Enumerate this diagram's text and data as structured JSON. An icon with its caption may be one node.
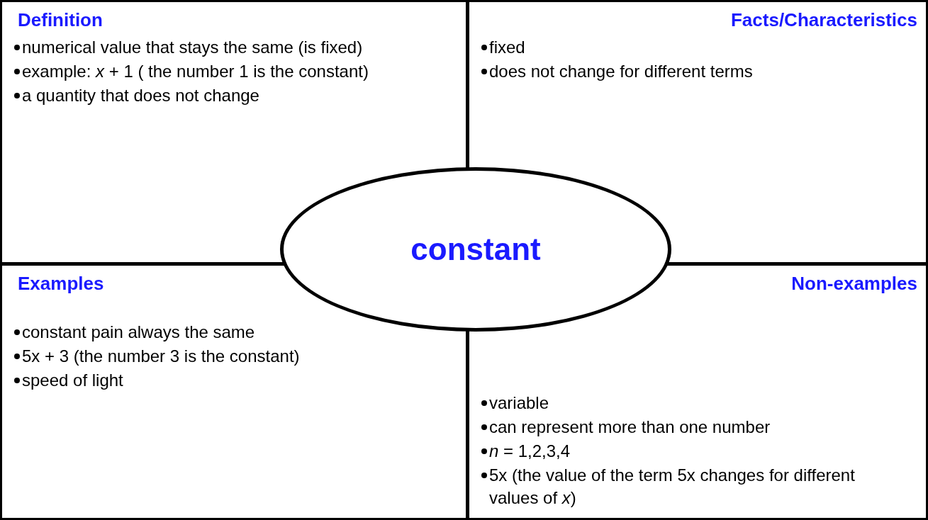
{
  "diagram": {
    "nodes": [
      {
        "text": [
          "Definition",
          "numerical value that stays the same (is fixed)",
          "example: *x* + 1 ( the number 1 is the constant)",
          "a quantity that does not change"
        ]
      },
      {
        "text": [
          "Facts/Characteristics",
          "fixed",
          "does not change for different terms"
        ]
      },
      {
        "text": [
          "Examples",
          "constant pain always the same",
          "5x + 3 (the number 3 is the constant)",
          "speed of light"
        ]
      },
      {
        "text": [
          "Non-examples",
          "variable",
          "can represent more than one number",
          "*n* = 1,2,3,4",
          "5x (the value of the term 5x changes for different values of *x*)"
        ]
      },
      {
        "text": [
          "constant"
        ]
      }
    ],
    "edges": []
  }
}
